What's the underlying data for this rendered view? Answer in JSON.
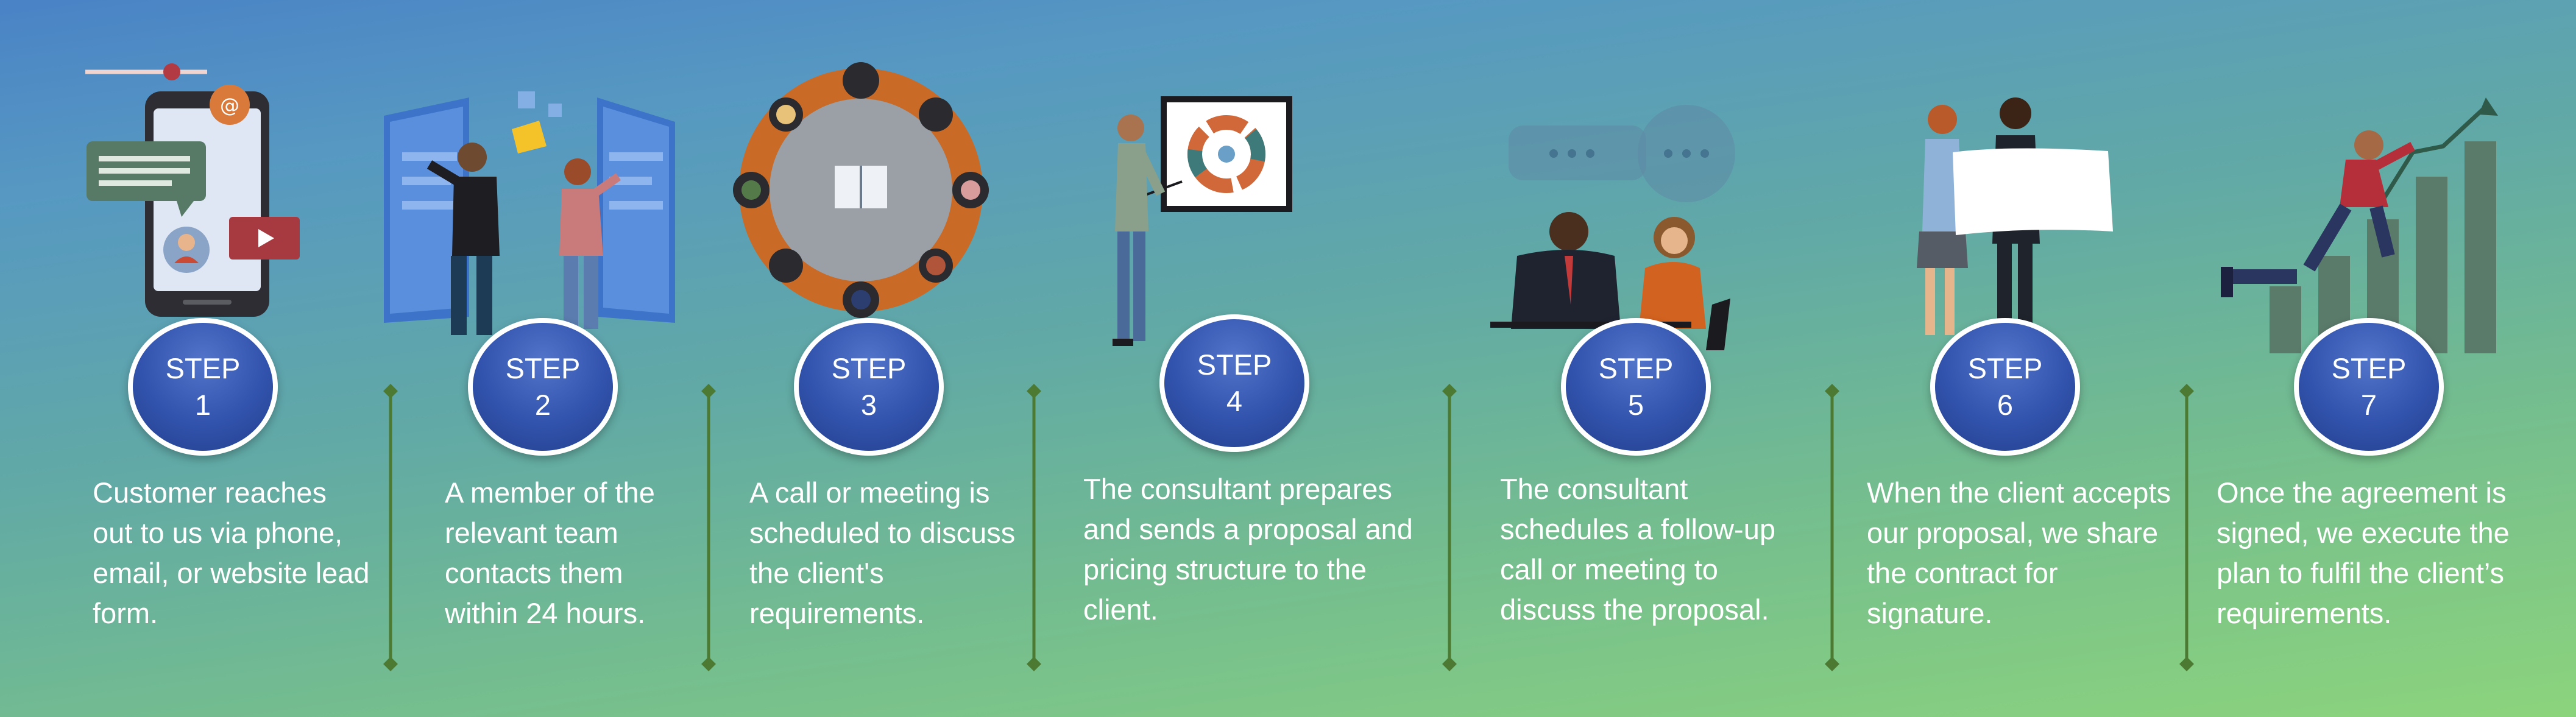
{
  "step_word": "STEP",
  "steps": [
    {
      "number": "1",
      "description": "Customer reaches out to us via phone, email, or website lead form."
    },
    {
      "number": "2",
      "description": "A member of the relevant team contacts them within 24 hours."
    },
    {
      "number": "3",
      "description": "A call or meeting is scheduled to discuss the client's requirements."
    },
    {
      "number": "4",
      "description": "The consultant prepares and sends a proposal and pricing structure to the client."
    },
    {
      "number": "5",
      "description": "The consultant schedules a follow-up call or meeting to discuss the proposal."
    },
    {
      "number": "6",
      "description": "When the client accepts our proposal, we share the contract for signature."
    },
    {
      "number": "7",
      "description": "Once the agreement is signed, we execute the plan to fulfil the client’s requirements."
    }
  ],
  "icons": {
    "1": "smartphone-contact-icon",
    "2": "digital-screens-team-icon",
    "3": "meeting-table-icon",
    "4": "presentation-board-icon",
    "5": "conversation-icon",
    "6": "agreement-document-icon",
    "7": "growth-climb-icon"
  },
  "colors": {
    "badge": "#3253ad",
    "divider": "#4d7a33",
    "text": "#ffffff"
  }
}
